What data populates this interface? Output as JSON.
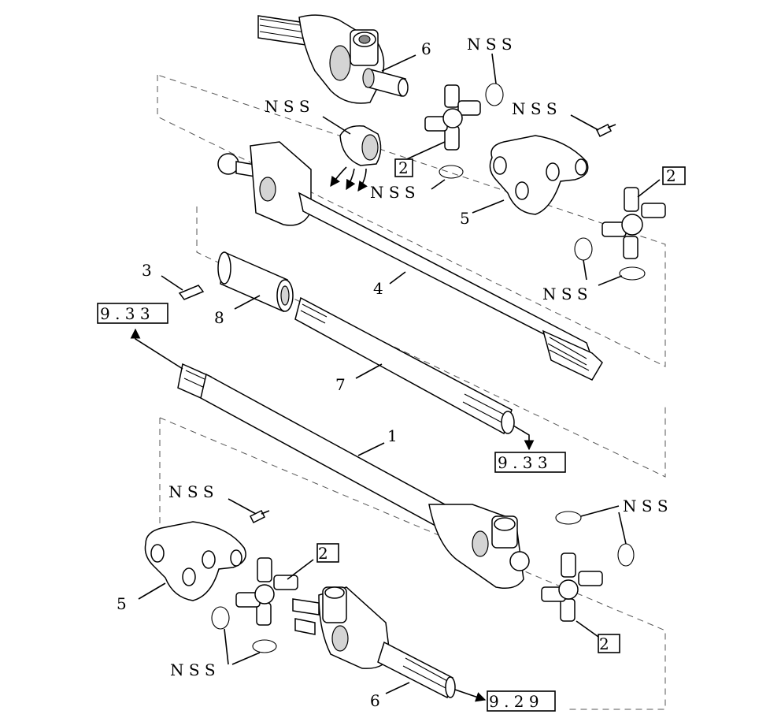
{
  "labels": {
    "nss_top": "N S S",
    "nss_left": "N S S",
    "nss_right_top": "N S S",
    "nss_mid": "N S S",
    "nss_right_mid": "N S S",
    "nss_bottom_left_top": "N S S",
    "nss_bottom_right": "N S S",
    "nss_bottom_left": "N S S",
    "part_6_top": "6",
    "part_2_top": "2",
    "part_2_right": "2",
    "part_5_top": "5",
    "part_4": "4",
    "part_3": "3",
    "part_8": "8",
    "part_7": "7",
    "part_1": "1",
    "part_5_bottom": "5",
    "part_2_bottom_mid": "2",
    "part_2_bottom_right": "2",
    "part_6_bottom": "6"
  },
  "refs": {
    "ref_left": "9 . 3 3",
    "ref_mid": "9 . 3 3",
    "ref_bottom": "9 . 2 9"
  }
}
